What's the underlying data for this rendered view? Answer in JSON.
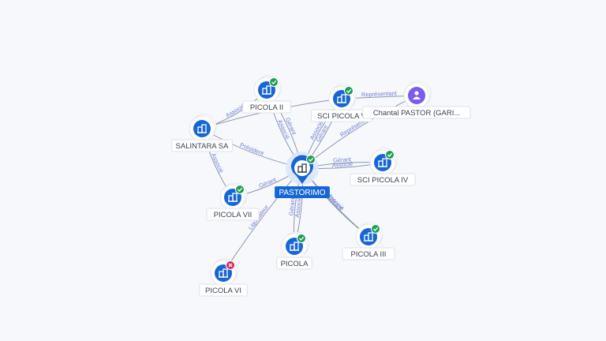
{
  "center": {
    "label": "PASTORIMO",
    "icon": "building-icon",
    "status": "active"
  },
  "nodes": [
    {
      "id": "picola-ii",
      "label": "PICOLA II",
      "icon": "building-icon",
      "status": "active"
    },
    {
      "id": "sci-picola-v",
      "label": "SCI PICOLA V",
      "icon": "building-icon",
      "status": "active"
    },
    {
      "id": "chantal",
      "label": "Chantal PASTOR (GARI...",
      "icon": "person-icon",
      "status": "none"
    },
    {
      "id": "salintara",
      "label": "SALINTARA SA",
      "icon": "building-icon",
      "status": "none"
    },
    {
      "id": "sci-picola-iv",
      "label": "SCI PICOLA IV",
      "icon": "building-icon",
      "status": "active"
    },
    {
      "id": "picola-vii",
      "label": "PICOLA VII",
      "icon": "building-icon",
      "status": "active"
    },
    {
      "id": "picola",
      "label": "PICOLA",
      "icon": "building-icon",
      "status": "active"
    },
    {
      "id": "picola-iii",
      "label": "PICOLA III",
      "icon": "building-icon",
      "status": "active"
    },
    {
      "id": "picola-vi",
      "label": "PICOLA VI",
      "icon": "building-icon",
      "status": "closed"
    }
  ],
  "edges": [
    {
      "from": "salintara",
      "to": "picola-ii",
      "label": "Associé"
    },
    {
      "from": "salintara",
      "to": "sci-picola-v",
      "label": "Associé"
    },
    {
      "from": "chantal",
      "to": "sci-picola-v",
      "label": "Représentant"
    },
    {
      "from": "salintara",
      "to": "center",
      "label": "Président"
    },
    {
      "from": "picola-ii",
      "to": "center",
      "label": "Gérant"
    },
    {
      "from": "picola-ii",
      "to": "center",
      "label": "Associé"
    },
    {
      "from": "sci-picola-v",
      "to": "center",
      "label": "Gérant"
    },
    {
      "from": "sci-picola-v",
      "to": "center",
      "label": "Associé"
    },
    {
      "from": "chantal",
      "to": "center",
      "label": "Représentant"
    },
    {
      "from": "center",
      "to": "sci-picola-iv",
      "label": "Gérant"
    },
    {
      "from": "center",
      "to": "sci-picola-iv",
      "label": "Associé"
    },
    {
      "from": "salintara",
      "to": "picola-vii",
      "label": "Associé"
    },
    {
      "from": "center",
      "to": "picola-vii",
      "label": "Gérant"
    },
    {
      "from": "center",
      "to": "picola",
      "label": "Gérant"
    },
    {
      "from": "center",
      "to": "picola",
      "label": "Associé"
    },
    {
      "from": "center",
      "to": "picola-iii",
      "label": "Gérant"
    },
    {
      "from": "center",
      "to": "picola-iii",
      "label": "Associé"
    },
    {
      "from": "center",
      "to": "picola-vi",
      "label": "Liquidateur"
    }
  ],
  "colors": {
    "node_blue": "#1766d6",
    "person_purple": "#7b5cf0",
    "active_green": "#1f9d55",
    "closed_red": "#e0245e",
    "edge": "#8d97ad",
    "edge_label": "#6f7fd3"
  }
}
